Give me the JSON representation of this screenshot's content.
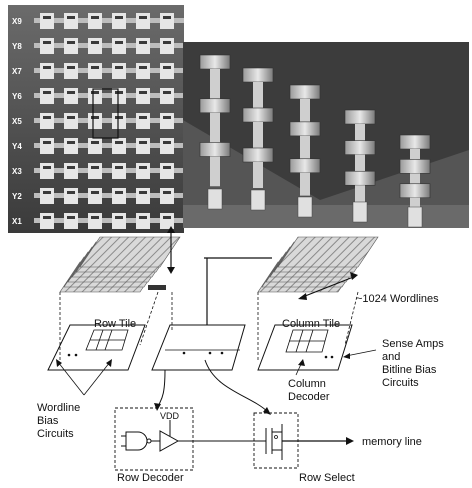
{
  "sem_left": {
    "labels": [
      "X9",
      "Y8",
      "X7",
      "Y6",
      "X5",
      "Y4",
      "X3",
      "Y2",
      "X1"
    ]
  },
  "diagram": {
    "row_tile_label": "Row Tile",
    "column_tile_label": "Column Tile",
    "wordlines_label": "~1024 Wordlines",
    "sense_amps_label": [
      "Sense Amps",
      "and",
      "Bitline Bias",
      "Circuits"
    ],
    "column_decoder_label": [
      "Column",
      "Decoder"
    ],
    "wordline_bias_label": [
      "Wordline",
      "Bias",
      "Circuits"
    ],
    "vdd_label": "VDD",
    "row_decoder_label": "Row Decoder",
    "row_select_label": "Row Select",
    "memory_line_label": "memory line"
  },
  "colors": {
    "sem_bg": "#4a4a4a",
    "sem_right_bg": "#5a5a5a",
    "line": "#111111"
  }
}
